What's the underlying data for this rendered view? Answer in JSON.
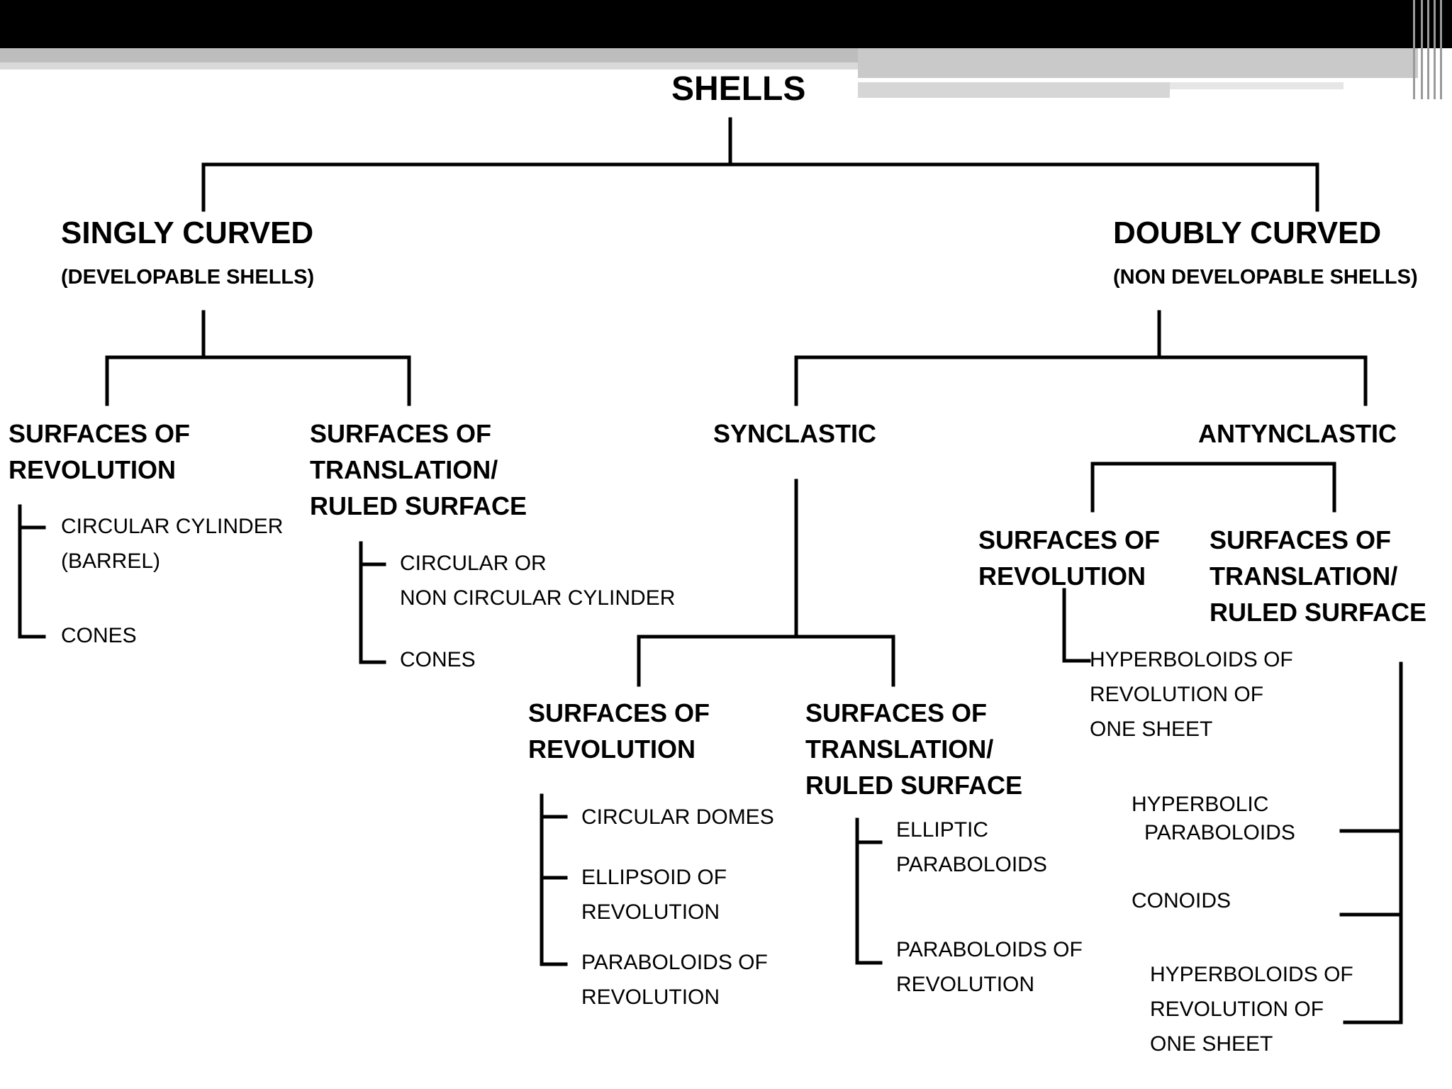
{
  "root": "SHELLS",
  "singly": {
    "title": "SINGLY CURVED",
    "subtitle": "(DEVELOPABLE SHELLS)",
    "revolution": {
      "line1": "SURFACES OF",
      "line2": "REVOLUTION",
      "items": [
        "CIRCULAR CYLINDER",
        "(BARREL)",
        "CONES"
      ]
    },
    "translation": {
      "line1": "SURFACES OF",
      "line2": "TRANSLATION/",
      "line3": "RULED SURFACE",
      "items": [
        "CIRCULAR OR",
        "NON CIRCULAR CYLINDER",
        "CONES"
      ]
    }
  },
  "doubly": {
    "title": "DOUBLY CURVED",
    "subtitle": "(NON DEVELOPABLE SHELLS)",
    "synclastic": {
      "label": "SYNCLASTIC",
      "revolution": {
        "line1": "SURFACES OF",
        "line2": "REVOLUTION",
        "items": [
          "CIRCULAR DOMES",
          "ELLIPSOID OF",
          "REVOLUTION",
          "PARABOLOIDS OF",
          "REVOLUTION"
        ]
      },
      "translation": {
        "line1": "SURFACES OF",
        "line2": "TRANSLATION/",
        "line3": "RULED SURFACE",
        "items": [
          "ELLIPTIC",
          "PARABOLOIDS",
          "PARABOLOIDS OF",
          "REVOLUTION"
        ]
      }
    },
    "antynclastic": {
      "label": "ANTYNCLASTIC",
      "revolution": {
        "line1": "SURFACES OF",
        "line2": "REVOLUTION",
        "items": [
          "HYPERBOLOIDS  OF",
          "REVOLUTION OF",
          "ONE  SHEET"
        ]
      },
      "translation": {
        "line1": "SURFACES OF",
        "line2": "TRANSLATION/",
        "line3": "RULED SURFACE",
        "items": [
          "HYPERBOLIC",
          "PARABOLOIDS",
          "CONOIDS",
          "HYPERBOLOIDS  OF",
          "REVOLUTION OF",
          "ONE SHEET"
        ]
      }
    }
  }
}
